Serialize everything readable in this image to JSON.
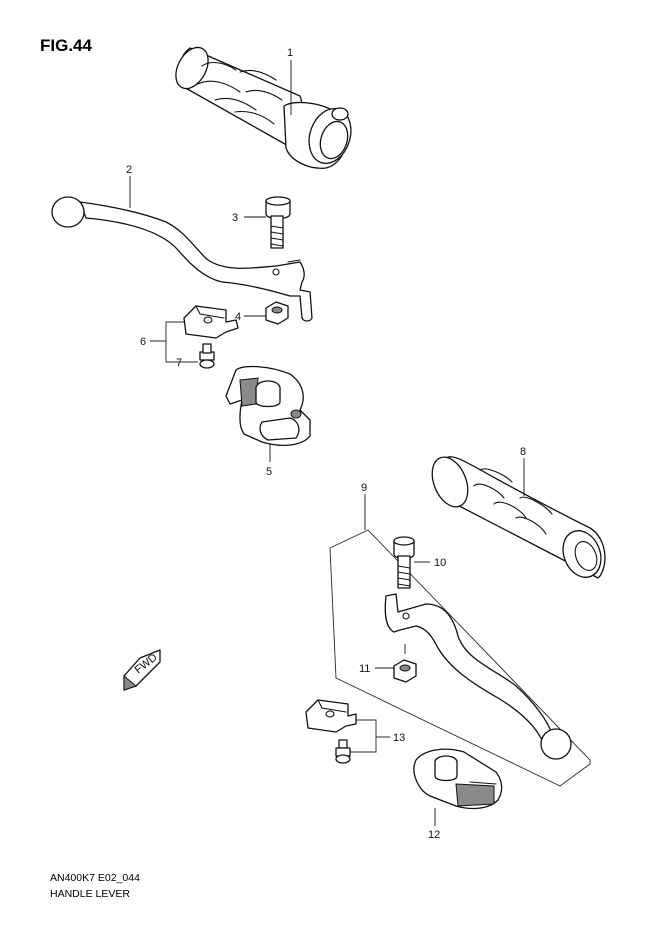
{
  "figure": {
    "title": "FIG.44"
  },
  "footer": {
    "code": "AN400K7 E02_044",
    "name": "HANDLE LEVER"
  },
  "fwd_label": "FWD",
  "callouts": {
    "c1": "1",
    "c2": "2",
    "c3": "3",
    "c4": "4",
    "c5": "5",
    "c6": "6",
    "c7": "7",
    "c8": "8",
    "c9": "9",
    "c10": "10",
    "c11": "11",
    "c12": "12",
    "c13": "13"
  },
  "colors": {
    "line": "#111111",
    "shade": "#8a8a8a",
    "background": "#ffffff"
  }
}
